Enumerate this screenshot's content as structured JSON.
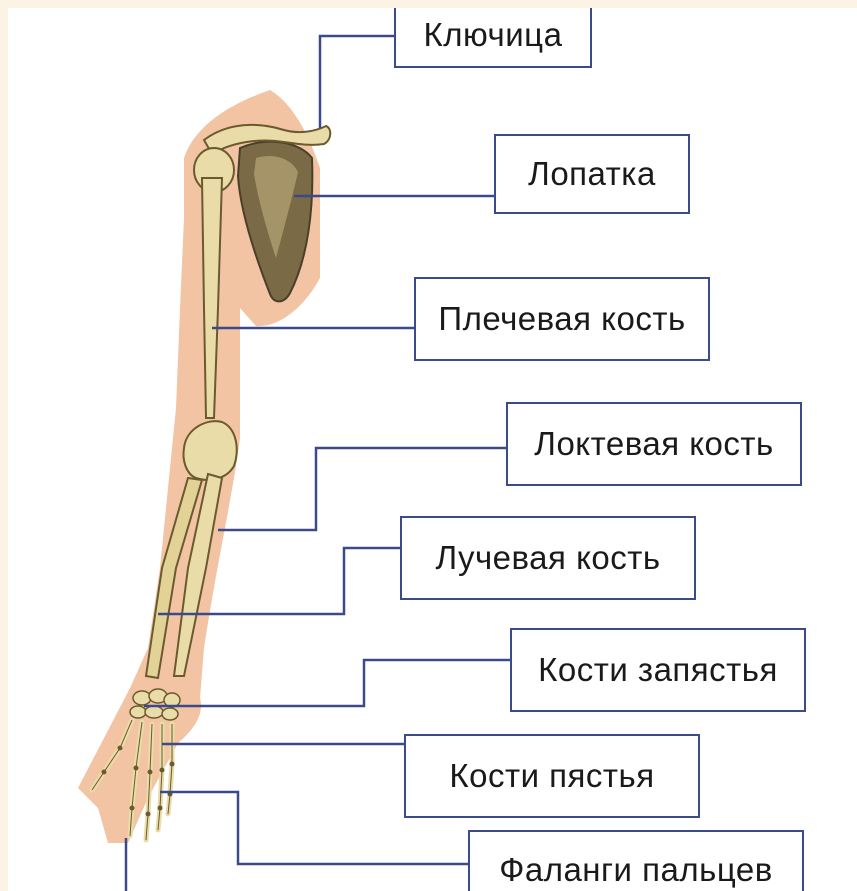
{
  "diagram": {
    "labels": {
      "clavicle": "Ключица",
      "scapula": "Лопатка",
      "humerus": "Плечевая кость",
      "ulna": "Локтевая кость",
      "radius": "Лучевая кость",
      "carpals": "Кости запястья",
      "metacarpals": "Кости пястья",
      "phalanges": "Фаланги пальцев"
    },
    "colors": {
      "skin": "#f2c4a4",
      "bone": "#eadca8",
      "bone_outline": "#6b5a2e",
      "scapula_shade": "#4a3f2a",
      "leader_line": "#3a4a8a",
      "box_border": "#3a4a8a"
    }
  }
}
